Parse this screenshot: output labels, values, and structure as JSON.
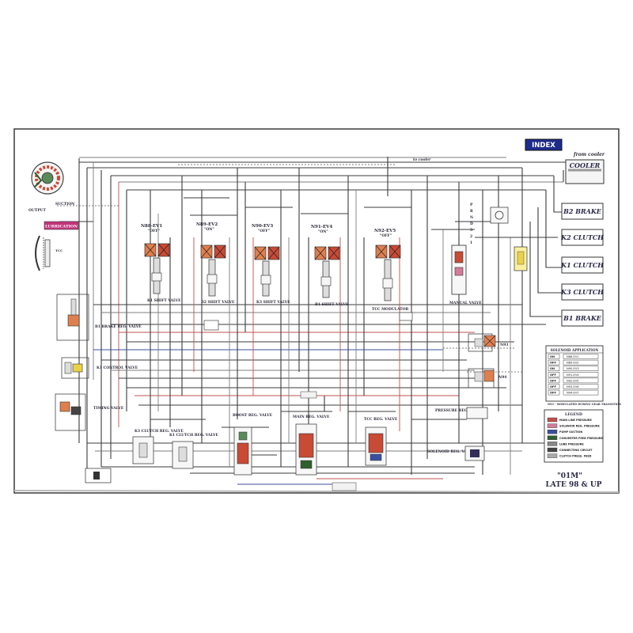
{
  "header": {
    "index_label": "INDEX",
    "from_cooler": "from cooler",
    "to_cooler": "to cooler"
  },
  "outputs": [
    {
      "id": "cooler",
      "label": "COOLER"
    },
    {
      "id": "b2",
      "label": "B2 BRAKE"
    },
    {
      "id": "k2",
      "label": "K2 CLUTCH"
    },
    {
      "id": "k1",
      "label": "K1 CLUTCH"
    },
    {
      "id": "k3",
      "label": "K3 CLUTCH"
    },
    {
      "id": "b1",
      "label": "B1 BRAKE"
    }
  ],
  "pump": {
    "suction": "SUCTION",
    "output": "OUTPUT"
  },
  "lubrication": "LUBRICATION",
  "torque_converter_clutch": "TCC",
  "solenoids": [
    {
      "id": "n88",
      "name": "N88-EV1",
      "state": "\"OFF\"",
      "valve": "K1 SHIFT VALVE"
    },
    {
      "id": "n89",
      "name": "N89-EV2",
      "state": "\"ON\"",
      "valve": "B2 SHIFT VALVE"
    },
    {
      "id": "n90",
      "name": "N90-EV3",
      "state": "\"OFF\"",
      "valve": "K3 SHIFT VALVE"
    },
    {
      "id": "n91",
      "name": "N91-EV4",
      "state": "\"ON\"",
      "valve": "B1 SHIFT VALVE"
    },
    {
      "id": "n92",
      "name": "N92-EV5",
      "state": "\"OFF\"",
      "valve": "TCC MODULATOR"
    }
  ],
  "side_valves": [
    {
      "id": "b1reg",
      "label": "B1 BRAKE REG. VALVE"
    },
    {
      "id": "k1ctrl",
      "label": "K1 CONTROL VALVE"
    },
    {
      "id": "timing",
      "label": "TIMING VALVE"
    }
  ],
  "manual_valve": "MANUAL VALVE",
  "manual_gears": [
    "P",
    "R",
    "N",
    "D",
    "3",
    "2",
    "1"
  ],
  "bottom_valves": [
    {
      "id": "k3reg",
      "label": "K3 CLUTCH REG. VALVE"
    },
    {
      "id": "k1reg",
      "label": "K1 CLUTCH REG. VALVE"
    },
    {
      "id": "boost",
      "label": "BOOST REG. VALVE"
    },
    {
      "id": "main",
      "label": "MAIN REG. VALVE"
    },
    {
      "id": "tccreg",
      "label": "TCC REG. VALVE"
    }
  ],
  "right_valves": [
    {
      "id": "n93",
      "label": "N93"
    },
    {
      "id": "n94",
      "label": "N94"
    },
    {
      "id": "pressure",
      "label": "PRESSURE REG. VALVE"
    },
    {
      "id": "solshift",
      "label": "SOLENOID REG. VALVE"
    }
  ],
  "solenoid_application": {
    "title": "SOLENOID APPLICATION",
    "rows": [
      {
        "state": "ON",
        "name": "N88-EV1"
      },
      {
        "state": "OFF",
        "name": "N89-EV2"
      },
      {
        "state": "ON",
        "name": "N90-EV3"
      },
      {
        "state": "OFF",
        "name": "N91-EV4"
      },
      {
        "state": "OFF",
        "name": "N92-EV5"
      },
      {
        "state": "OFF",
        "name": "N93-EV6"
      },
      {
        "state": "OFF",
        "name": "N94-EV7"
      }
    ],
    "note": "N93 - MODULATED DURING GEAR TRANSITION"
  },
  "legend": {
    "title": "LEGEND",
    "items": [
      {
        "color": "#c0504d",
        "label": "MAIN LINE PRESSURE"
      },
      {
        "color": "#d47b9a",
        "label": "SOLENOID REG. PRESSURE"
      },
      {
        "color": "#3a4fa0",
        "label": "PUMP SUCTION"
      },
      {
        "color": "#2f5f2f",
        "label": "CONVERTER FEED PRESSURE"
      },
      {
        "color": "#888888",
        "label": "LUBE PRESSURE"
      },
      {
        "color": "#444444",
        "label": "CONNECTING CIRCUIT"
      },
      {
        "color": "#aaaaaa",
        "label": "CLUTCH PRESS. FEED"
      }
    ]
  },
  "footer": {
    "model": "\"01M\"",
    "year": "LATE 98 & UP"
  },
  "colors": {
    "index_bg": "#1f2c8c",
    "lube_bg": "#c2337a",
    "solenoid_orange": "#e07f4e",
    "solenoid_red": "#c94a35"
  }
}
